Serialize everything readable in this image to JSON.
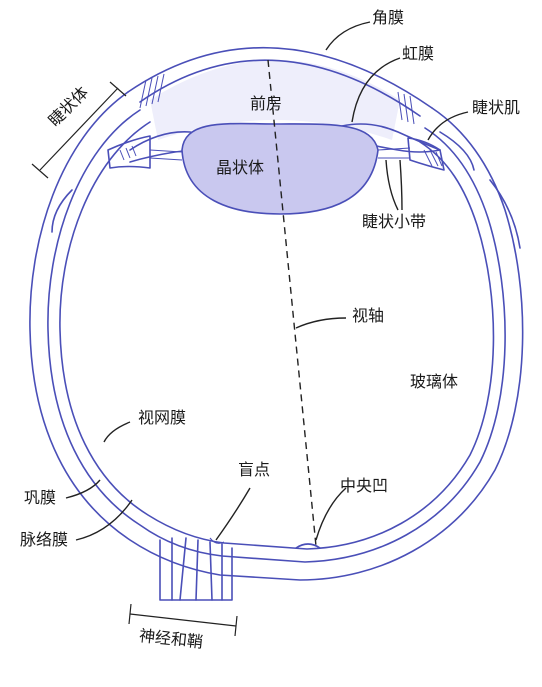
{
  "labels": {
    "cornea": "角膜",
    "iris": "虹膜",
    "anterior_chamber": "前房",
    "ciliary_body": "睫状体",
    "ciliary_muscle": "睫状肌",
    "lens": "晶状体",
    "zonule": "睫状小带",
    "visual_axis": "视轴",
    "vitreous": "玻璃体",
    "retina": "视网膜",
    "blind_spot": "盲点",
    "fovea": "中央凹",
    "sclera": "巩膜",
    "choroid": "脉络膜",
    "nerve_sheath": "神经和鞘"
  },
  "colors": {
    "outline": "#4a4fb8",
    "lens_fill": "#c9c8ef",
    "chamber_fill": "#e9e9fa",
    "text": "#1a1a1a"
  }
}
